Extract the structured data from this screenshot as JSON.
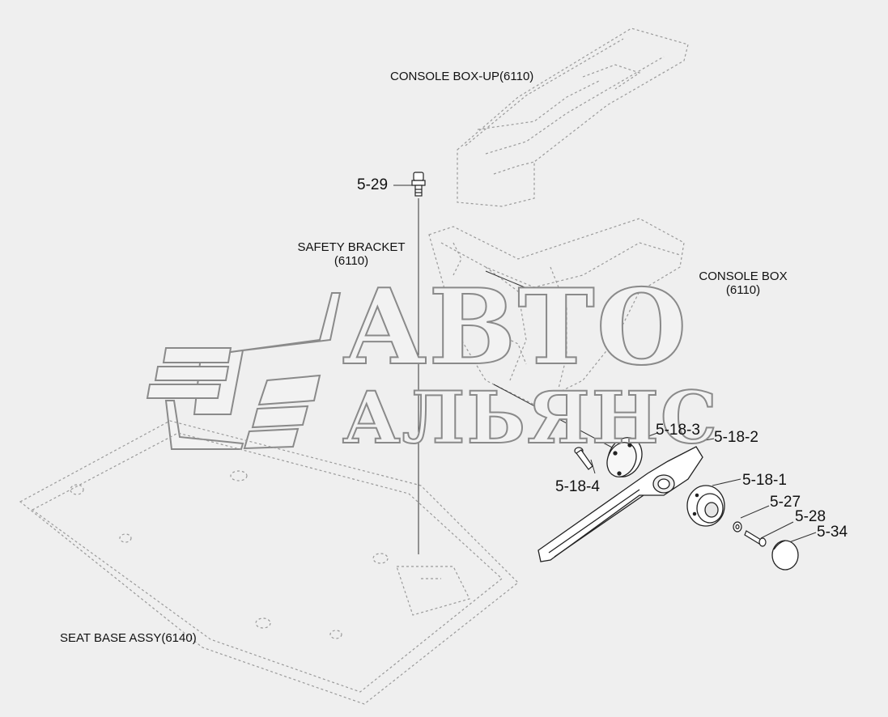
{
  "labels": {
    "console_box_up": "CONSOLE BOX-UP(6110)",
    "safety_bracket_name": "SAFETY BRACKET",
    "safety_bracket_code": "(6110)",
    "console_box_name": "CONSOLE BOX",
    "console_box_code": "(6110)",
    "seat_base": "SEAT BASE ASSY(6140)"
  },
  "callouts": {
    "p5_29": "5-29",
    "p5_18_3": "5-18-3",
    "p5_18_2": "5-18-2",
    "p5_18_4": "5-18-4",
    "p5_18_1": "5-18-1",
    "p5_27": "5-27",
    "p5_28": "5-28",
    "p5_34": "5-34"
  },
  "watermark": {
    "line1": "АВТО",
    "line2": "АЛЬЯНС"
  }
}
